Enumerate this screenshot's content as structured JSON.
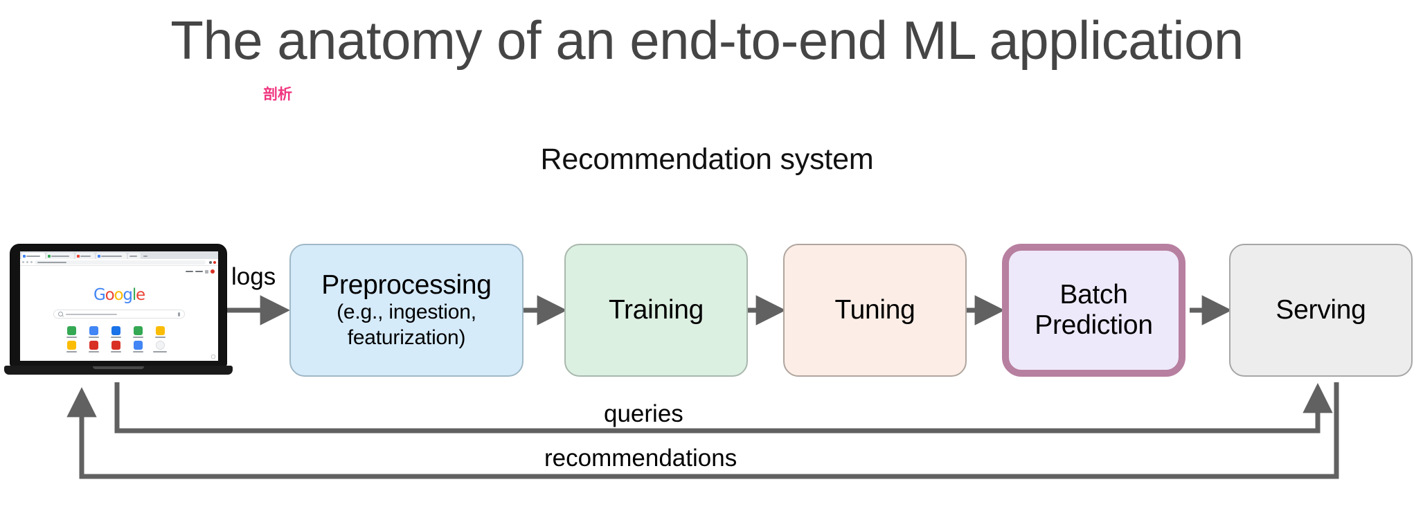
{
  "slide": {
    "title": "The anatomy of an end-to-end ML application",
    "title_annotation": "剖析",
    "annotation_color": "#f0357f",
    "subtitle": "Recommendation system"
  },
  "diagram": {
    "type": "pipeline-flow",
    "client": {
      "device": "laptop",
      "browser": {
        "page": "google-homepage",
        "logo_letters": [
          {
            "char": "G",
            "color": "#4285f4"
          },
          {
            "char": "o",
            "color": "#ea4335"
          },
          {
            "char": "o",
            "color": "#fbbc05"
          },
          {
            "char": "g",
            "color": "#4285f4"
          },
          {
            "char": "l",
            "color": "#34a853"
          },
          {
            "char": "e",
            "color": "#ea4335"
          }
        ],
        "tabs": [
          {
            "favicon_color": "#4285f4",
            "active": false
          },
          {
            "favicon_color": "#34a853",
            "active": false
          },
          {
            "favicon_color": "#ea4335",
            "active": false
          },
          {
            "favicon_color": "#5f6368",
            "active": true
          },
          {
            "favicon_color": "#5f6368",
            "active": false
          },
          {
            "favicon_color": "#d93025",
            "active": false
          },
          {
            "favicon_color": "#4285f4",
            "active": false
          }
        ],
        "shortcut_tiles": [
          {
            "color": "#34a853"
          },
          {
            "color": "#4285f4"
          },
          {
            "color": "#1a73e8"
          },
          {
            "color": "#34a853"
          },
          {
            "color": "#fbbc05"
          },
          {
            "color": "#fbbc05"
          },
          {
            "color": "#d93025"
          },
          {
            "color": "#d93025"
          },
          {
            "color": "#4285f4"
          },
          {
            "color": "#dadce0"
          }
        ]
      }
    },
    "stages": [
      {
        "id": "preprocessing",
        "title": "Preprocessing",
        "sub_line1": "(e.g., ingestion,",
        "sub_line2": "featurization)",
        "fill": "#d6ebfa",
        "stroke": "#9fb8c6",
        "stroke_width": 2,
        "highlighted": false
      },
      {
        "id": "training",
        "title": "Training",
        "sub_line1": "",
        "sub_line2": "",
        "fill": "#dcf0e2",
        "stroke": "#a8b8ac",
        "stroke_width": 2,
        "highlighted": false
      },
      {
        "id": "tuning",
        "title": "Tuning",
        "sub_line1": "",
        "sub_line2": "",
        "fill": "#fceee6",
        "stroke": "#b0a59f",
        "stroke_width": 2,
        "highlighted": false
      },
      {
        "id": "batch-prediction",
        "title": "Batch",
        "sub_line1": "Prediction",
        "sub_line2": "",
        "fill": "#eee9fa",
        "stroke": "#b77fa0",
        "stroke_width": 10,
        "highlighted": true
      },
      {
        "id": "serving",
        "title": "Serving",
        "sub_line1": "",
        "sub_line2": "",
        "fill": "#ededed",
        "stroke": "#a6a6a6",
        "stroke_width": 2,
        "highlighted": false
      }
    ],
    "edges": [
      {
        "id": "logs",
        "label": "logs",
        "from": "laptop",
        "to": "preprocessing"
      },
      {
        "id": "prep-train",
        "label": "",
        "from": "preprocessing",
        "to": "training"
      },
      {
        "id": "train-tune",
        "label": "",
        "from": "training",
        "to": "tuning"
      },
      {
        "id": "tune-batch",
        "label": "",
        "from": "tuning",
        "to": "batch-prediction"
      },
      {
        "id": "batch-serve",
        "label": "",
        "from": "batch-prediction",
        "to": "serving"
      },
      {
        "id": "queries",
        "label": "queries",
        "from": "laptop",
        "to": "serving"
      },
      {
        "id": "recommendations",
        "label": "recommendations",
        "from": "serving",
        "to": "laptop"
      }
    ],
    "arrow_color": "#616161"
  }
}
